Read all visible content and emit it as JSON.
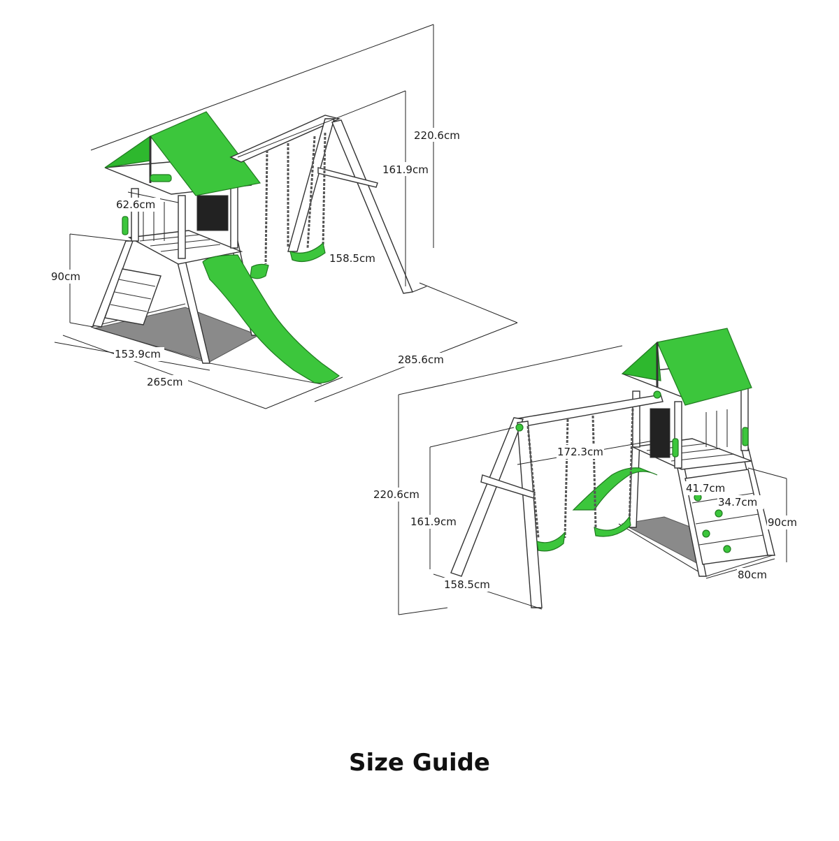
{
  "title": "Size Guide",
  "left_view": {
    "dims": {
      "total_height": "220.6cm",
      "swing_beam_height": "161.9cm",
      "deck_width": "62.6cm",
      "deck_height": "90cm",
      "swing_seat": "158.5cm",
      "base_width": "153.9cm",
      "total_depth": "265cm",
      "total_length": "285.6cm"
    }
  },
  "right_view": {
    "dims": {
      "total_height": "220.6cm",
      "swing_beam_height": "161.9cm",
      "swing_beam_length": "172.3cm",
      "ladder_height": "41.7cm",
      "ladder_width": "34.7cm",
      "deck_height": "90cm",
      "base_length": "158.5cm",
      "base_width": "80cm"
    }
  },
  "colors": {
    "accent": "#3cc63c",
    "ground": "#8a8a8a",
    "lines": "#222222"
  }
}
